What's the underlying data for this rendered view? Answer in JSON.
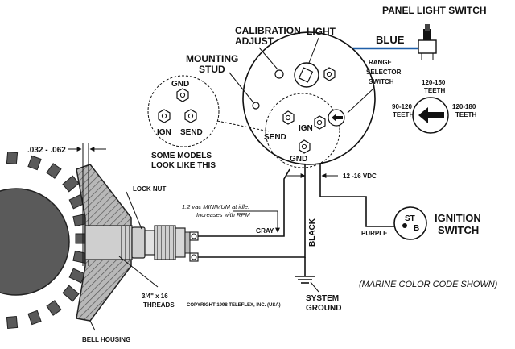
{
  "labels": {
    "panel_light_switch": "PANEL LIGHT SWITCH",
    "blue": "BLUE",
    "calibration": "CALIBRATION",
    "adjust": "ADJUST",
    "light": "LIGHT",
    "mounting": "MOUNTING",
    "stud": "STUD",
    "range": "RANGE",
    "selector": "SELECTOR",
    "switch": "SWITCH",
    "teeth_120_150": "120-150",
    "teeth_90_120": "90-120",
    "teeth_120_180": "120-180",
    "teeth": "TEETH",
    "gnd": "GND",
    "ign": "IGN",
    "send": "SEND",
    "some_models": "SOME MODELS",
    "look_like_this": "LOOK LIKE THIS",
    "gap": ".032 - .062",
    "lock_nut": "LOCK NUT",
    "vac_line1": "1.2 vac MINIMUM at idle.",
    "vac_line2": "Increases with RPM",
    "gray": "GRAY",
    "black": "BLACK",
    "vdc": "12 -16 VDC",
    "purple": "PURPLE",
    "st": "ST",
    "b": "B",
    "ignition": "IGNITION",
    "ignition_switch": "SWITCH",
    "threads_size": "3/4\" x 16",
    "threads": "THREADS",
    "copyright": "COPYRIGHT 1998 TELEFLEX, INC. (USA)",
    "marine": "(MARINE COLOR CODE SHOWN)",
    "system": "SYSTEM",
    "ground": "GROUND",
    "bell_housing": "BELL HOUSING"
  },
  "colors": {
    "blue_wire": "#1f5fa8"
  }
}
